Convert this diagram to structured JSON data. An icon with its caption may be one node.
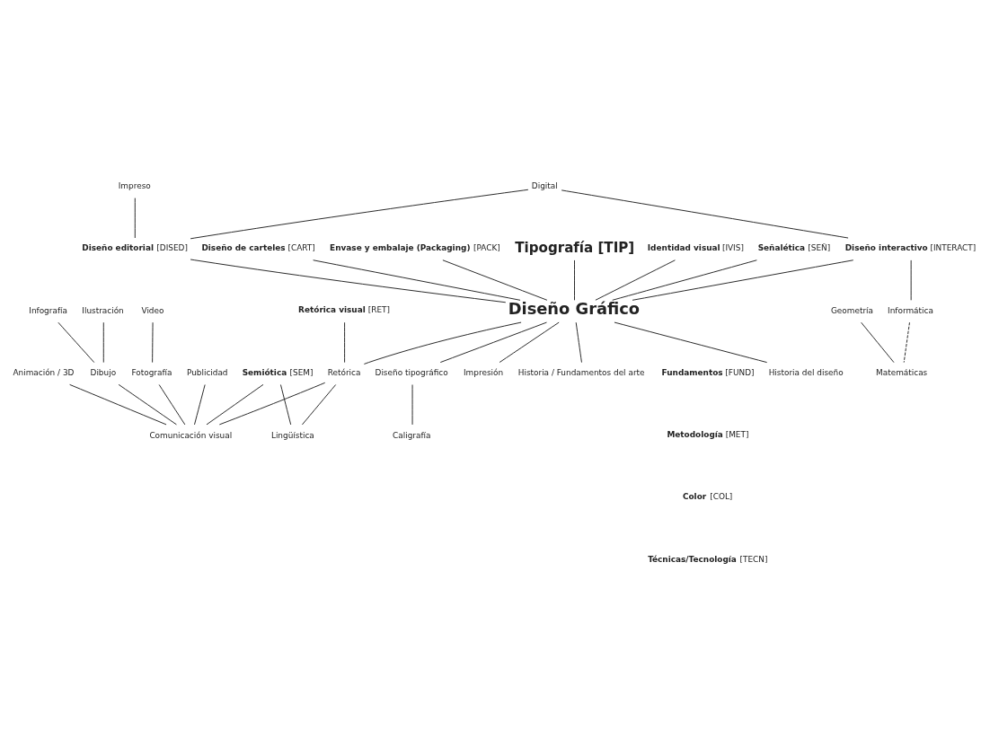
{
  "diagram": {
    "nodes": [
      {
        "text": [
          "Diseño Gráfico"
        ]
      },
      {
        "text": [
          "Tipografía [TIP]"
        ]
      },
      {
        "text": [
          "**Identidad visual** [IVIS]"
        ]
      },
      {
        "text": [
          "**Señalética** [SEÑ]"
        ]
      },
      {
        "text": [
          "**Diseño editorial** [DISED]"
        ]
      },
      {
        "text": [
          "**Diseño de carteles** [CART]"
        ]
      },
      {
        "text": [
          "**Diseño interactivo** [INTERACT]"
        ]
      },
      {
        "text": [
          "**Envase y embalaje (Packaging)** [PACK]"
        ]
      },
      {
        "text": [
          "Digital"
        ]
      },
      {
        "text": [
          "Impreso"
        ]
      },
      {
        "text": [
          "Informática"
        ]
      },
      {
        "text": [
          "Geometría"
        ]
      },
      {
        "text": [
          "**Retórica visual** [RET]"
        ]
      },
      {
        "text": [
          "**Semiótica** [SEM]"
        ]
      },
      {
        "text": [
          "Ilustración"
        ]
      },
      {
        "text": [
          "Infografía"
        ]
      },
      {
        "text": [
          "Animación / 3D"
        ]
      },
      {
        "text": [
          "Video"
        ]
      },
      {
        "text": [
          "Dibujo"
        ]
      },
      {
        "text": [
          "Fotografía"
        ]
      },
      {
        "text": [
          "Publicidad"
        ]
      },
      {
        "text": [
          "Matemáticas"
        ]
      },
      {
        "text": [
          "Retórica"
        ]
      },
      {
        "text": [
          "Historia del diseño"
        ]
      },
      {
        "text": [
          "Diseño tipográfico"
        ]
      },
      {
        "text": [
          "Comunicación visual"
        ]
      },
      {
        "text": [
          "Impresión"
        ]
      },
      {
        "text": [
          "Lingüística"
        ]
      },
      {
        "text": [
          "Historia / Fundamentos del arte"
        ]
      },
      {
        "text": [
          "Caligrafía"
        ]
      }
    ],
    "edges": [
      {
        "from": 1,
        "to": 0,
        "arrow": "none"
      },
      {
        "from": 2,
        "to": 0,
        "arrow": "none"
      },
      {
        "from": 3,
        "to": 0,
        "arrow": "none"
      },
      {
        "from": 4,
        "to": 0,
        "arrow": "none"
      },
      {
        "from": 5,
        "to": 0,
        "arrow": "none"
      },
      {
        "from": 6,
        "to": 0,
        "arrow": "none"
      },
      {
        "from": 7,
        "to": 0,
        "arrow": "none"
      },
      {
        "from": 8,
        "to": 4,
        "arrow": "none"
      },
      {
        "from": 9,
        "to": 4,
        "arrow": "none"
      },
      {
        "from": 8,
        "to": 6,
        "arrow": "none"
      },
      {
        "from": 6,
        "to": 10,
        "arrow": "none"
      },
      {
        "from": 10,
        "to": 21,
        "arrow": "none",
        "style": "dashed"
      },
      {
        "from": 11,
        "to": 21,
        "arrow": "none"
      },
      {
        "from": 0,
        "to": 23,
        "arrow": "none"
      },
      {
        "from": 0,
        "to": 28,
        "arrow": "none"
      },
      {
        "from": 0,
        "to": 22,
        "arrow": "none"
      },
      {
        "from": 0,
        "to": 24,
        "arrow": "none"
      },
      {
        "from": 0,
        "to": 26,
        "arrow": "none"
      },
      {
        "from": 24,
        "to": 29,
        "arrow": "none"
      },
      {
        "from": 12,
        "to": 22,
        "arrow": "none"
      },
      {
        "from": 22,
        "to": 27,
        "arrow": "none"
      },
      {
        "from": 22,
        "to": 25,
        "arrow": "none"
      },
      {
        "from": 13,
        "to": 27,
        "arrow": "none"
      },
      {
        "from": 13,
        "to": 25,
        "arrow": "none"
      },
      {
        "from": 14,
        "to": 18,
        "arrow": "none"
      },
      {
        "from": 15,
        "to": 18,
        "arrow": "none"
      },
      {
        "from": 17,
        "to": 19,
        "arrow": "none"
      },
      {
        "from": 18,
        "to": 25,
        "arrow": "none"
      },
      {
        "from": 19,
        "to": 25,
        "arrow": "none"
      },
      {
        "from": 16,
        "to": 25,
        "arrow": "none"
      },
      {
        "from": 20,
        "to": 25,
        "arrow": "none"
      }
    ],
    "labels": [
      "**Fundamentos** [FUND]",
      "**Metodología** [MET]",
      "**Color** [COL]",
      "**Técnicas/Tecnología** [TECN]"
    ]
  }
}
